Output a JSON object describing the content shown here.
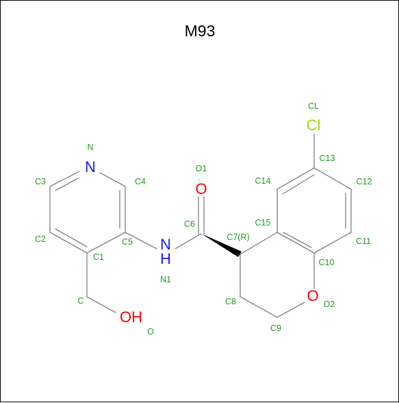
{
  "title": "M93",
  "colors": {
    "carbon_bond": "#808080",
    "atom_label": "#229922",
    "nitrogen": "#1a1aff",
    "oxygen": "#ff0000",
    "chlorine": "#99dd00"
  },
  "atoms": {
    "N_ring": "N",
    "N_amide": "N",
    "H_amide": "H",
    "O_carbonyl": "O",
    "O_ring": "O",
    "O_hydroxyl": "OH",
    "Cl": "Cl"
  },
  "labels": {
    "N": "N",
    "C3": "C3",
    "C4": "C4",
    "C2": "C2",
    "C1": "C1",
    "C5": "C5",
    "N1": "N1",
    "C": "C",
    "O": "O",
    "O1": "O1",
    "C6": "C6",
    "C7": "C7(R)",
    "C8": "C8",
    "C9": "C9",
    "O2": "O2",
    "C10": "C10",
    "C11": "C11",
    "C12": "C12",
    "C13": "C13",
    "C14": "C14",
    "C15": "C15",
    "CL": "CL"
  }
}
